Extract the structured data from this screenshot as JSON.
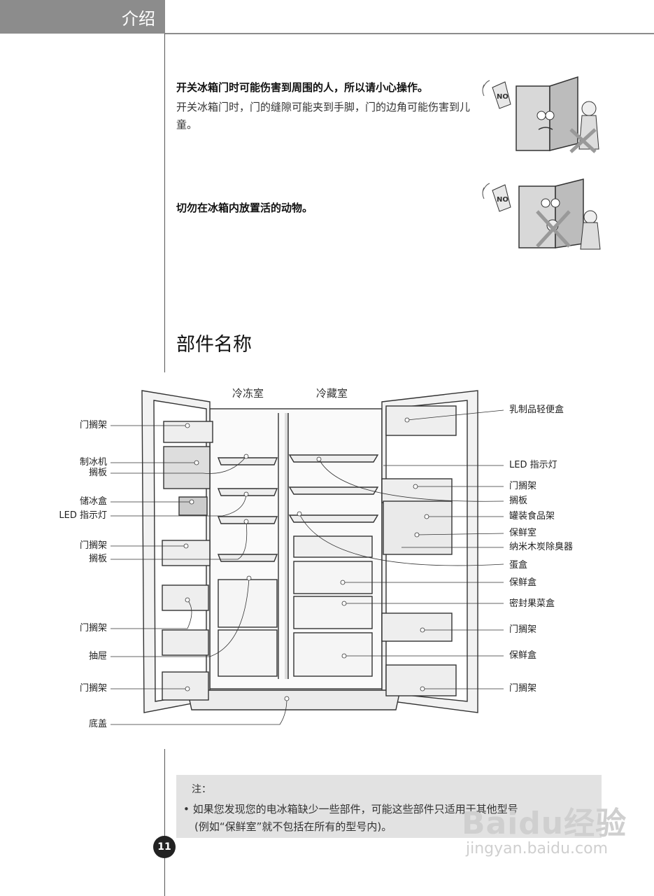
{
  "header": {
    "section": "介绍"
  },
  "warnings": [
    {
      "title": "开关冰箱门时可能伤害到周围的人，所以请小心操作。",
      "body": "开关冰箱门时，门的缝隙可能夹到手脚，门的边角可能伤害到儿童。"
    },
    {
      "title": "切勿在冰箱内放置活的动物。",
      "body": ""
    }
  ],
  "illustration_text": {
    "no_sign": "NO"
  },
  "parts": {
    "title": "部件名称",
    "freezer": "冷冻室",
    "fridge": "冷藏室",
    "left_labels": [
      "门搁架",
      "制冰机",
      "搁板",
      "储冰盒",
      "LED 指示灯",
      "门搁架",
      "搁板",
      "门搁架",
      "抽屉",
      "门搁架",
      "底盖"
    ],
    "right_labels": [
      "乳制品轻便盒",
      "LED 指示灯",
      "门搁架",
      "搁板",
      "罐装食品架",
      "保鲜室",
      "纳米木炭除臭器",
      "蛋盒",
      "保鲜盒",
      "密封果菜盒",
      "门搁架",
      "保鲜盒",
      "门搁架"
    ]
  },
  "note": {
    "title": "注：",
    "lines": [
      "•  如果您发现您的电冰箱缺少一些部件，可能这些部件只适用于其他型号",
      "(例如“保鲜室”就不包括在所有的型号内)。"
    ]
  },
  "page_number": "11",
  "watermark": {
    "logo": "Baidu经验",
    "url": "jingyan.baidu.com"
  }
}
